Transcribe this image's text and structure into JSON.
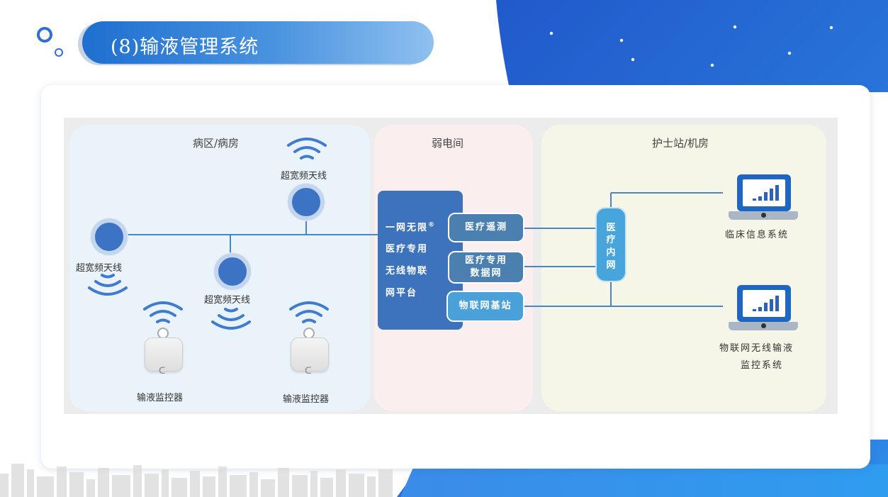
{
  "header": {
    "title": "(8)输液管理系统"
  },
  "zones": {
    "ward": "病区/病房",
    "weak_room": "弱电间",
    "nurse_station": "护士站/机房"
  },
  "antennas": [
    "超宽频天线",
    "超宽频天线",
    "超宽频天线"
  ],
  "monitors": [
    "输液监控器",
    "输液监控器"
  ],
  "platform": {
    "lines": [
      "一网无限",
      "医疗专用",
      "无线物联",
      "网平台"
    ],
    "trademark": "®",
    "services": [
      "医疗遥测",
      "医疗专用",
      "数据网",
      "物联网基站"
    ]
  },
  "intranet": [
    "医",
    "疗",
    "内",
    "网"
  ],
  "systems": {
    "clinical": "临床信息系统",
    "iot_line1": "物联网无线输液",
    "iot_line2": "监控系统"
  },
  "colors": {
    "primary_blue": "#1e6fd0",
    "platform_blue": "#3d72bd",
    "service_blue": "#4aa0d8",
    "ward_zone": "#eaf3fa",
    "weak_zone": "#faeeef",
    "nurse_zone": "#f6f6e8"
  },
  "icons": [
    "wifi-icon",
    "laptop-chart-icon",
    "infusion-monitor-icon",
    "antenna-icon"
  ]
}
